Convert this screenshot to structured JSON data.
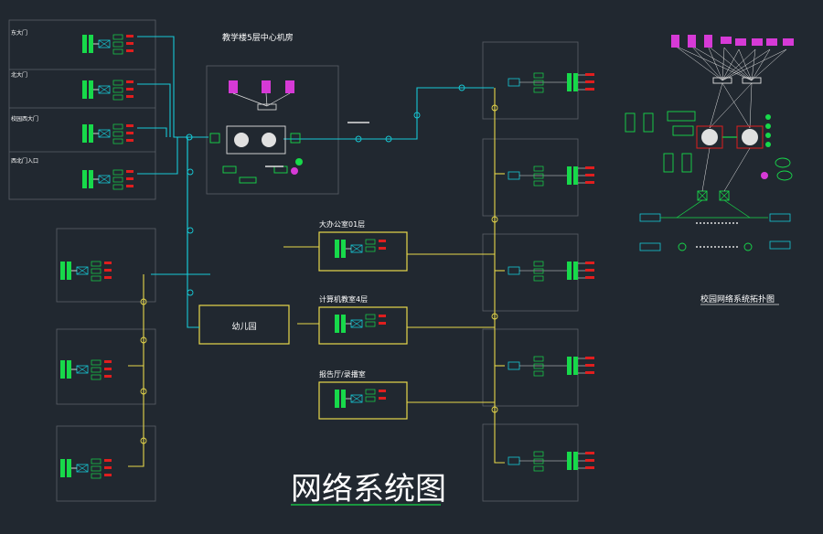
{
  "title": "网络系统图",
  "topology_caption": "校园网络系统拓扑图",
  "center_room_label": "教学楼5层中心机房",
  "kindergarten_label": "幼儿园",
  "room_labels": {
    "office": "大办公室01层",
    "computer_room": "计算机教室4层",
    "report_hall": "报告厅/录播室"
  },
  "left_top_labels": [
    "东大门",
    "北大门",
    "校园西大门",
    "西北门入口"
  ],
  "colors": {
    "background": "#212830",
    "fiber": "#17c9d6",
    "trunk": "#e8d84a",
    "equipment": "#17d94a",
    "server": "#d63ad6",
    "alarm": "#e01e1e",
    "frame": "#e0e0e0"
  }
}
